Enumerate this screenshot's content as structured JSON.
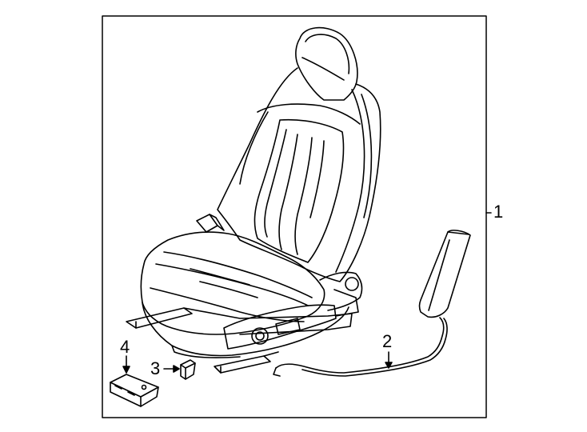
{
  "diagram": {
    "type": "exploded-parts-diagram",
    "callouts": {
      "c1": "1",
      "c2": "2",
      "c3": "3",
      "c4": "4"
    },
    "colors": {
      "line": "#000000",
      "background": "#ffffff"
    }
  }
}
